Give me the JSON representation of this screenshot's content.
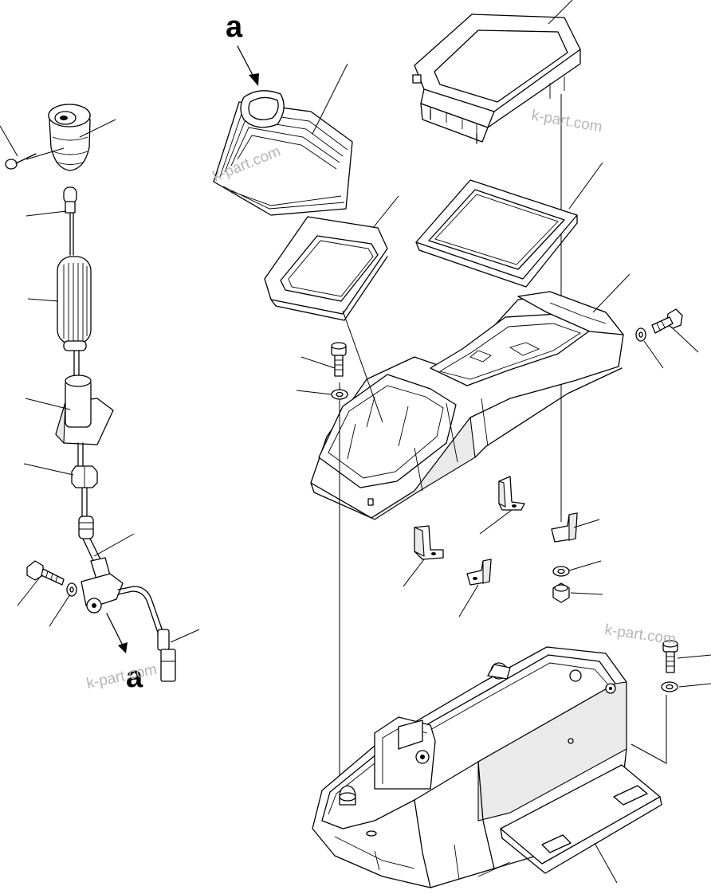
{
  "callouts": {
    "top_view_label": "a",
    "bottom_view_label": "a"
  },
  "watermarks": [
    "k-part.com",
    "k-part.com",
    "k-part.com",
    "k-part.com"
  ],
  "colors": {
    "line": "#000000",
    "watermark": "#b5b5b5",
    "background": "#ffffff"
  }
}
